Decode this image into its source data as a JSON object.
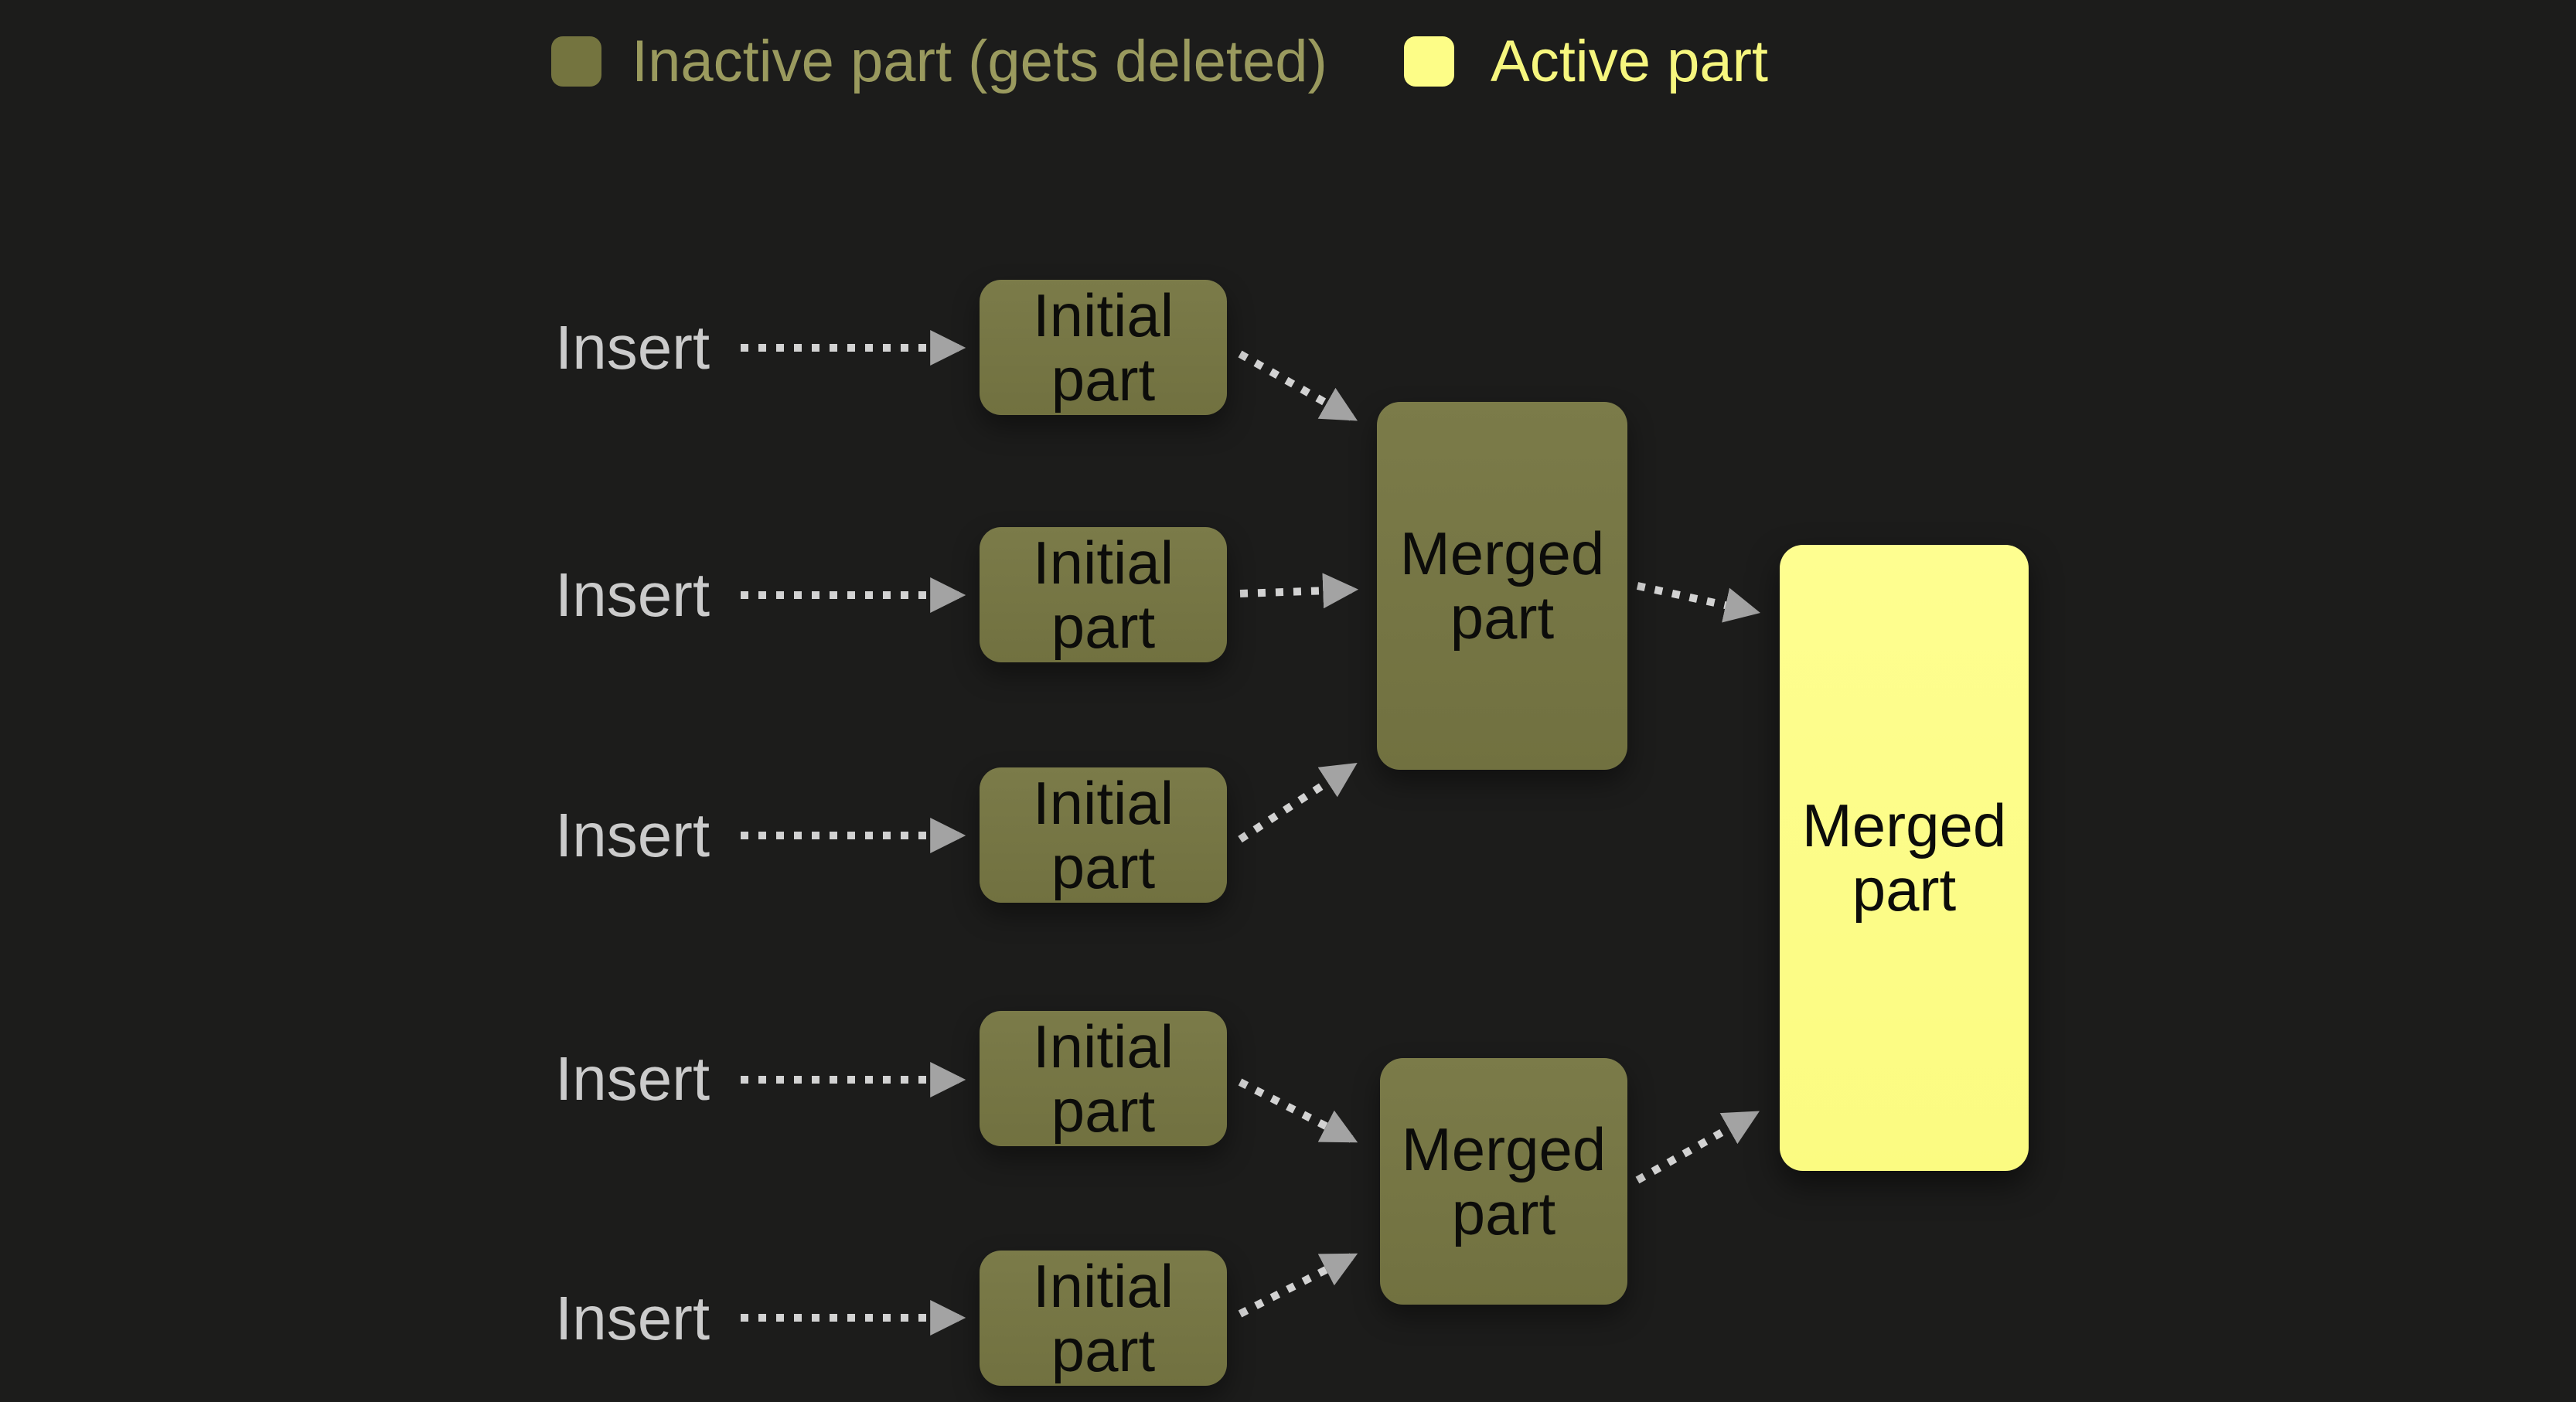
{
  "legend": {
    "items": [
      {
        "label": "Inactive part (gets deleted)",
        "swatch_color": "#74743f",
        "state": "inactive"
      },
      {
        "label": "Active part",
        "swatch_color": "#fdfd87",
        "state": "active"
      }
    ]
  },
  "flow": {
    "rows": [
      {
        "insert_label": "Insert",
        "part_label": "Initial part"
      },
      {
        "insert_label": "Insert",
        "part_label": "Initial part"
      },
      {
        "insert_label": "Insert",
        "part_label": "Initial part"
      },
      {
        "insert_label": "Insert",
        "part_label": "Initial part"
      },
      {
        "insert_label": "Insert",
        "part_label": "Initial part"
      }
    ],
    "merged_groups": [
      {
        "label": "Merged part",
        "state": "inactive"
      },
      {
        "label": "Merged part",
        "state": "inactive"
      },
      {
        "label": "Merged part",
        "state": "active"
      }
    ]
  },
  "colors": {
    "background": "#1c1c1b",
    "inactive_part_fill": "#74743f",
    "active_part_fill": "#fdfd87",
    "box_text": "#0c0c0a",
    "insert_text": "#cbcbcb",
    "legend_inactive_text": "#9a9a5e",
    "legend_active_text": "#f6f67e",
    "arrow_dots": "#d2d2d2",
    "arrow_head": "#a3a3a3"
  }
}
